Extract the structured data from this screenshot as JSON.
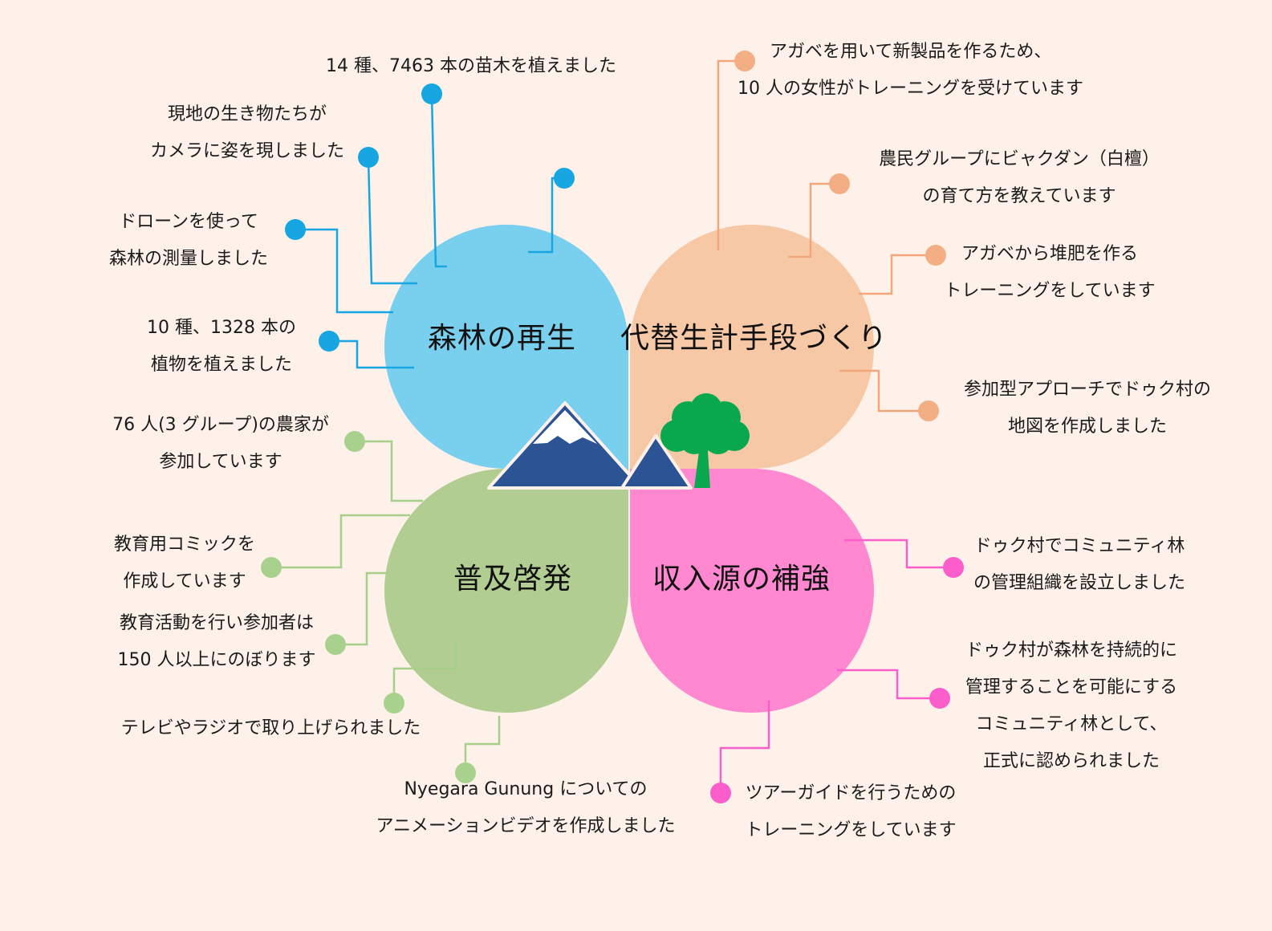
{
  "colors": {
    "background": "#fdf1ea",
    "forest": "#79cfee",
    "forest_line": "#17a6e2",
    "livelihood": "#f6c8a6",
    "livelihood_line": "#f3a679",
    "outreach": "#b2cd91",
    "outreach_line": "#a6cf88",
    "income": "#ff88d0",
    "income_line": "#fb5dca",
    "mountain": "#2c5393",
    "tree": "#09a84e"
  },
  "quadrants": {
    "forest": "森林の再生",
    "livelihood": "代替生計手段づくり",
    "outreach": "普及啓発",
    "income": "収入源の補強"
  },
  "icons": [
    "mountain-icon",
    "tree-icon"
  ],
  "items": {
    "forest": [
      {
        "lines": [
          "14 種、7463 本の苗木を植えました"
        ]
      },
      {
        "lines": [
          "現地の生き物たちが",
          "カメラに姿を現しました"
        ]
      },
      {
        "lines": [
          "ドローンを使って",
          "森林の測量しました"
        ]
      },
      {
        "lines": [
          "10 種、1328 本の",
          "植物を植えました"
        ]
      }
    ],
    "livelihood": [
      {
        "lines": [
          "アガベを用いて新製品を作るため、",
          "10 人の女性がトレーニングを受けています"
        ]
      },
      {
        "lines": [
          "農民グループにビャクダン（白檀）",
          "の育て方を教えています"
        ]
      },
      {
        "lines": [
          "アガベから堆肥を作る",
          "トレーニングをしています"
        ]
      },
      {
        "lines": [
          "参加型アプローチでドゥク村の",
          "地図を作成しました"
        ]
      }
    ],
    "outreach": [
      {
        "lines": [
          "76 人(3 グループ)の農家が",
          "参加しています"
        ]
      },
      {
        "lines": [
          "教育用コミックを",
          "作成しています"
        ]
      },
      {
        "lines": [
          "教育活動を行い参加者は",
          "150 人以上にのぼります"
        ]
      },
      {
        "lines": [
          "テレビやラジオで取り上げられました"
        ]
      },
      {
        "lines": [
          "Nyegara Gunung についての",
          "アニメーションビデオを作成しました"
        ]
      }
    ],
    "income": [
      {
        "lines": [
          "ドゥク村でコミュニティ林",
          "の管理組織を設立しました"
        ]
      },
      {
        "lines": [
          "ドゥク村が森林を持続的に",
          "管理することを可能にする",
          "コミュニティ林として、",
          "正式に認められました"
        ]
      },
      {
        "lines": [
          "ツアーガイドを行うための",
          "トレーニングをしています"
        ]
      }
    ]
  }
}
